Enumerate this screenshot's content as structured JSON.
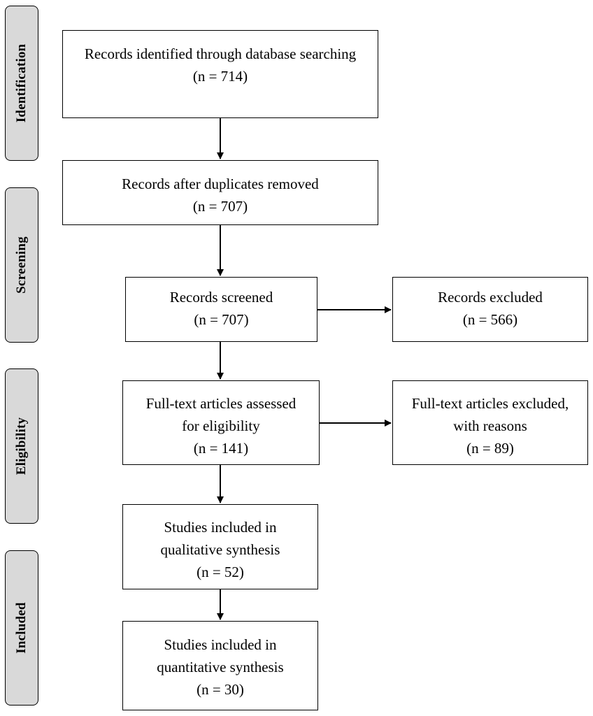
{
  "phases": [
    {
      "id": "identification",
      "label": "Identification"
    },
    {
      "id": "screening",
      "label": "Screening"
    },
    {
      "id": "eligibility",
      "label": "Eligibility"
    },
    {
      "id": "included",
      "label": "Included"
    }
  ],
  "boxes": {
    "identified": {
      "lines": [
        "Records identified through database searching",
        "(n = 714)"
      ]
    },
    "duplicates_removed": {
      "lines": [
        "Records after duplicates removed",
        "(n = 707)"
      ]
    },
    "screened": {
      "lines": [
        "Records screened",
        "(n = 707)"
      ]
    },
    "excluded": {
      "lines": [
        "Records excluded",
        "(n = 566)"
      ]
    },
    "fulltext_assessed": {
      "lines": [
        "Full-text articles assessed",
        "for eligibility",
        "(n = 141)"
      ]
    },
    "fulltext_excluded": {
      "lines": [
        "Full-text articles excluded,",
        "with reasons",
        "(n = 89)"
      ]
    },
    "qualitative": {
      "lines": [
        "Studies included in",
        "qualitative synthesis",
        "(n = 52)"
      ]
    },
    "quantitative": {
      "lines": [
        "Studies included in",
        "quantitative synthesis",
        "(n = 30)"
      ]
    }
  },
  "colors": {
    "phase_fill": "#d9d9d9",
    "stroke": "#000000",
    "box_fill": "#ffffff"
  }
}
